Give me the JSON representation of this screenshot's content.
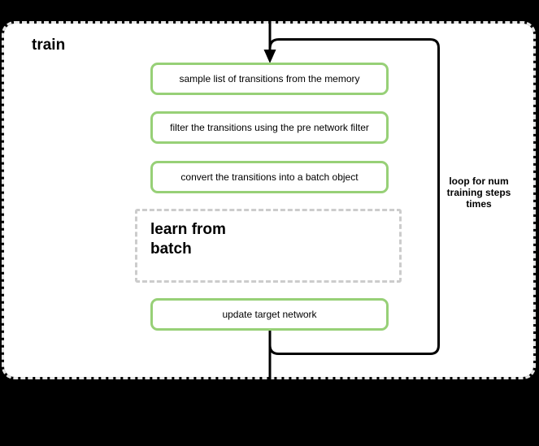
{
  "diagram": {
    "title": "train",
    "steps": [
      "sample list of transitions from the memory",
      "filter the transitions using the pre network filter",
      "convert the transitions into a batch object",
      "update target network"
    ],
    "learn_box": {
      "lines": [
        "learn from",
        "batch"
      ]
    },
    "loop_label": {
      "lines": [
        "loop for num",
        "training steps",
        "times"
      ]
    },
    "colors": {
      "page_bg": "#000000",
      "container_bg": "#ffffff",
      "container_border": "#e6e6e6",
      "step_border": "#97d077",
      "learn_border": "#cccccc",
      "line_stroke": "#000000"
    }
  }
}
